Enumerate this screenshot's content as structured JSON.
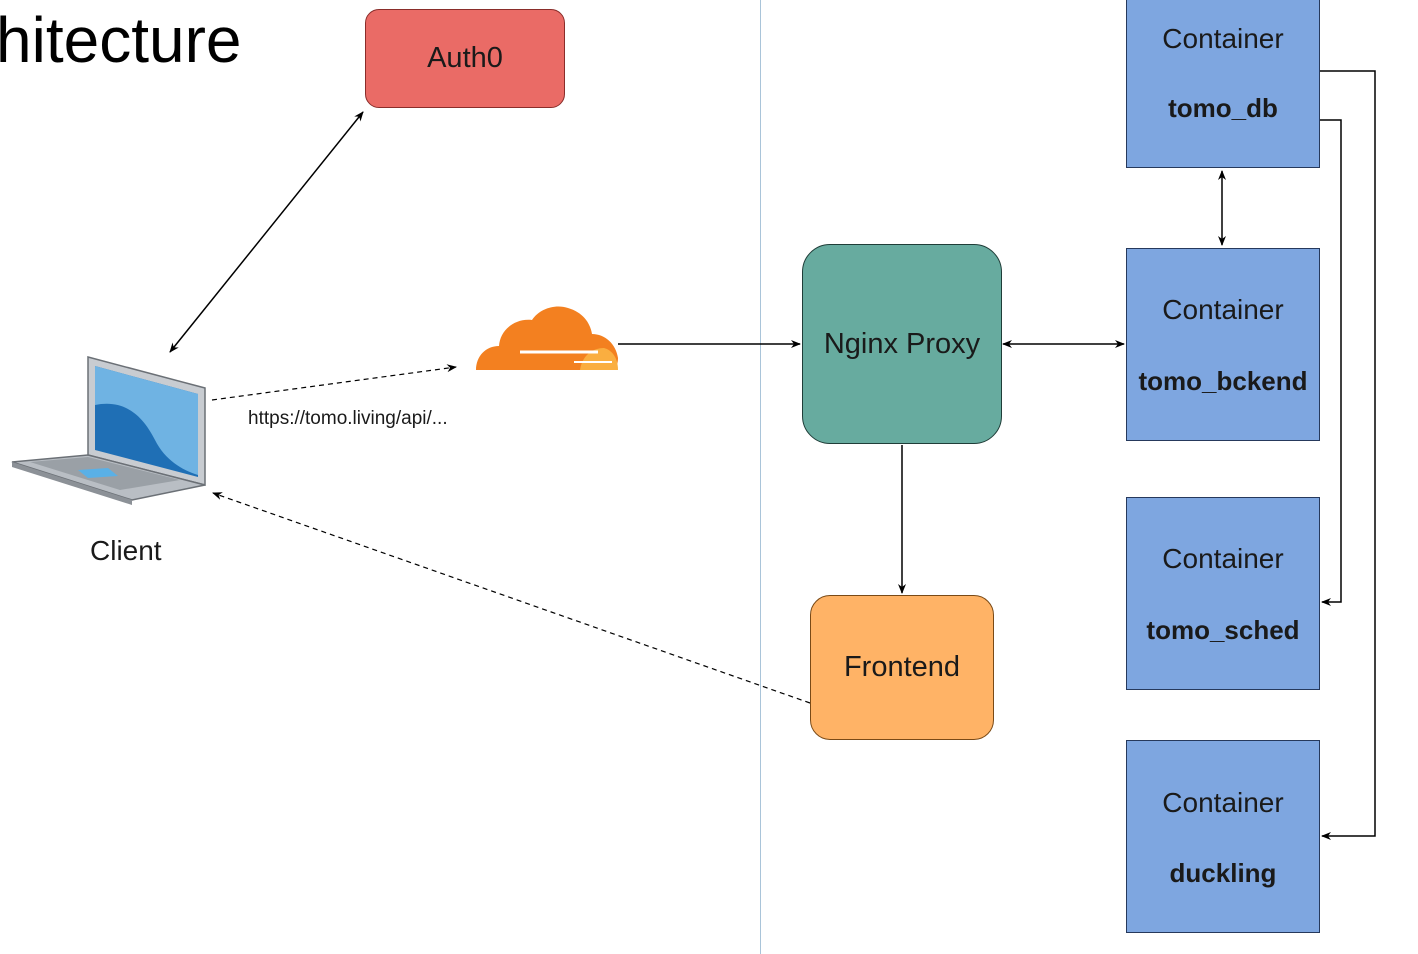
{
  "title": "hitecture",
  "nodes": {
    "auth0": "Auth0",
    "nginx": "Nginx Proxy",
    "frontend": "Frontend",
    "client": "Client"
  },
  "url_label": "https://tomo.living/api/...",
  "containers": [
    {
      "title": "Container",
      "name": "tomo_db"
    },
    {
      "title": "Container",
      "name": "tomo_bckend"
    },
    {
      "title": "Container",
      "name": "tomo_sched"
    },
    {
      "title": "Container",
      "name": "duckling"
    }
  ],
  "colors": {
    "auth0": "#ea6b66",
    "nginx": "#67ab9f",
    "frontend": "#ffb366",
    "container": "#7ea6e0",
    "cloudflare": "#f38020",
    "divider": "#a9c4d9"
  },
  "icons": {
    "client": "laptop-icon",
    "cdn": "cloudflare-cloud-icon"
  }
}
